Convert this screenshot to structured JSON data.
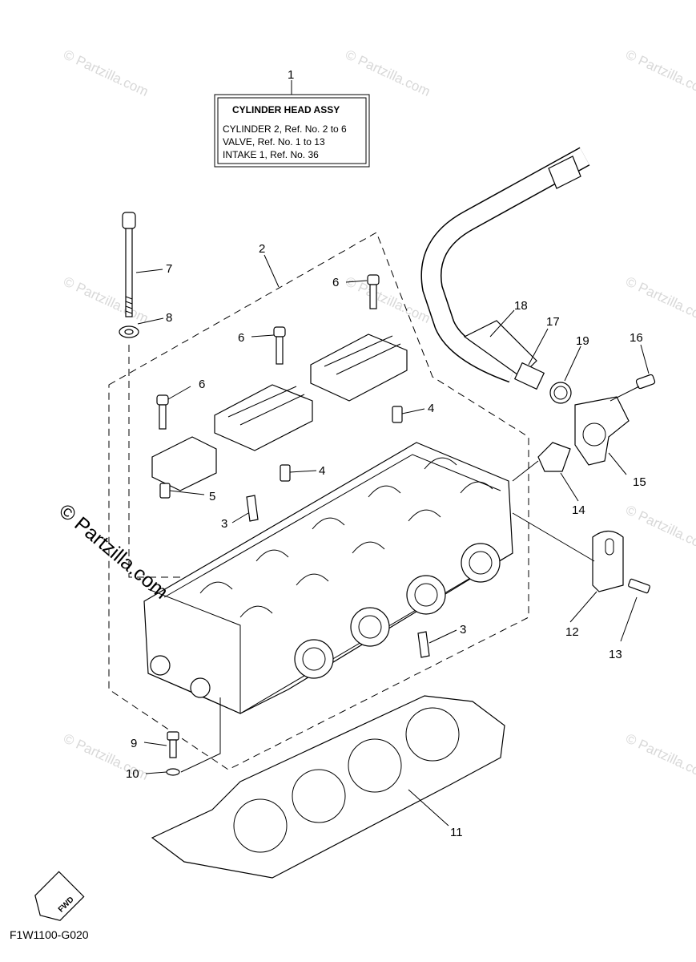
{
  "watermark": {
    "text": "© Partzilla.com",
    "prominent_text": "© Partzilla.com"
  },
  "info_box": {
    "title": "CYLINDER HEAD ASSY",
    "lines": [
      "CYLINDER 2, Ref. No. 2 to 6",
      "VALVE, Ref. No. 1 to 13",
      "INTAKE 1, Ref. No. 36"
    ]
  },
  "callouts": {
    "c1": "1",
    "c2": "2",
    "c3a": "3",
    "c3b": "3",
    "c4a": "4",
    "c4b": "4",
    "c5": "5",
    "c6a": "6",
    "c6b": "6",
    "c6c": "6",
    "c7": "7",
    "c8": "8",
    "c9": "9",
    "c10": "10",
    "c11": "11",
    "c12": "12",
    "c13": "13",
    "c14": "14",
    "c15": "15",
    "c16": "16",
    "c17": "17",
    "c18": "18",
    "c19": "19"
  },
  "fwd_label": "FWD",
  "diagram_code": "F1W1100-G020"
}
